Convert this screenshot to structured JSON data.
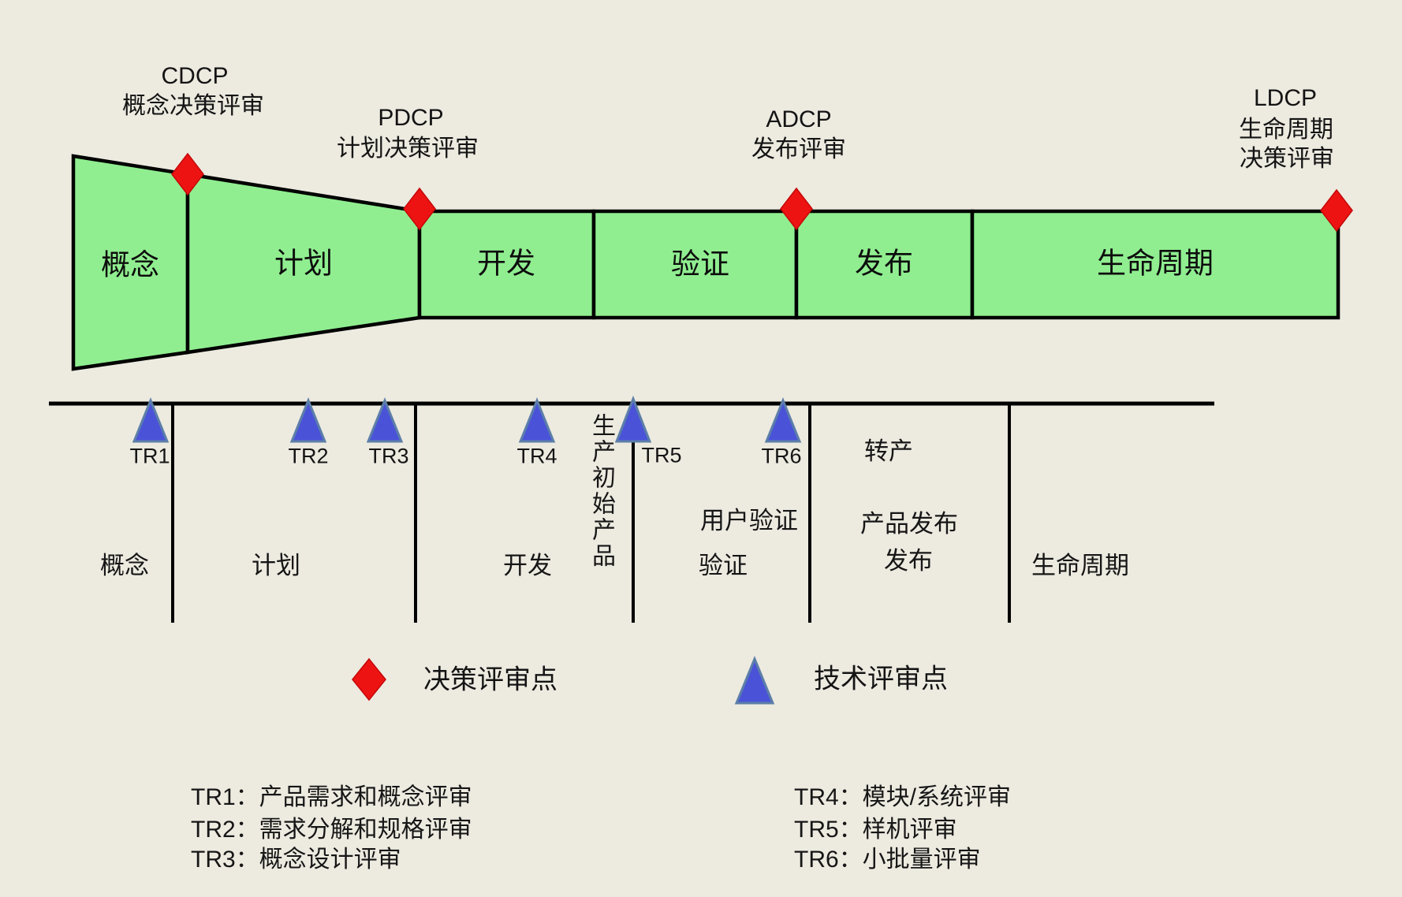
{
  "colors": {
    "background": "#EDEAE0",
    "phase_fill": "#90EE90",
    "outline": "#000000",
    "decision_marker_red": "#EE1313",
    "tech_marker_blue": "#4A53D8",
    "tech_marker_border": "#5C7FA8"
  },
  "phases": [
    {
      "label": "概念"
    },
    {
      "label": "计划"
    },
    {
      "label": "开发"
    },
    {
      "label": "验证"
    },
    {
      "label": "发布"
    },
    {
      "label": "生命周期"
    }
  ],
  "checkpoints": {
    "cdcp": {
      "code": "CDCP",
      "line2": "概念决策评审"
    },
    "pdcp": {
      "code": "PDCP",
      "line2": "计划决策评审"
    },
    "adcp": {
      "code": "ADCP",
      "line2": "发布评审"
    },
    "ldcp": {
      "code": "LDCP",
      "line2": "生命周期",
      "line3": "决策评审"
    }
  },
  "timeline": {
    "sections": {
      "concept": "概念",
      "plan": "计划",
      "develop": "开发",
      "verify_line1": "用户验证",
      "verify_line2": "验证",
      "release_line1": "转产",
      "release_line2": "产品发布",
      "release_line3": "发布",
      "lifecycle": "生命周期"
    },
    "vertical_note": "生产初始产品",
    "tr_markers": [
      "TR1",
      "TR2",
      "TR3",
      "TR4",
      "TR5",
      "TR6"
    ]
  },
  "legend": {
    "decision": "决策评审点",
    "technical": "技术评审点"
  },
  "tr_descriptions": {
    "left": [
      "TR1：产品需求和概念评审",
      "TR2：需求分解和规格评审",
      "TR3：概念设计评审"
    ],
    "right": [
      "TR4：模块/系统评审",
      "TR5：样机评审",
      "TR6：小批量评审"
    ]
  }
}
